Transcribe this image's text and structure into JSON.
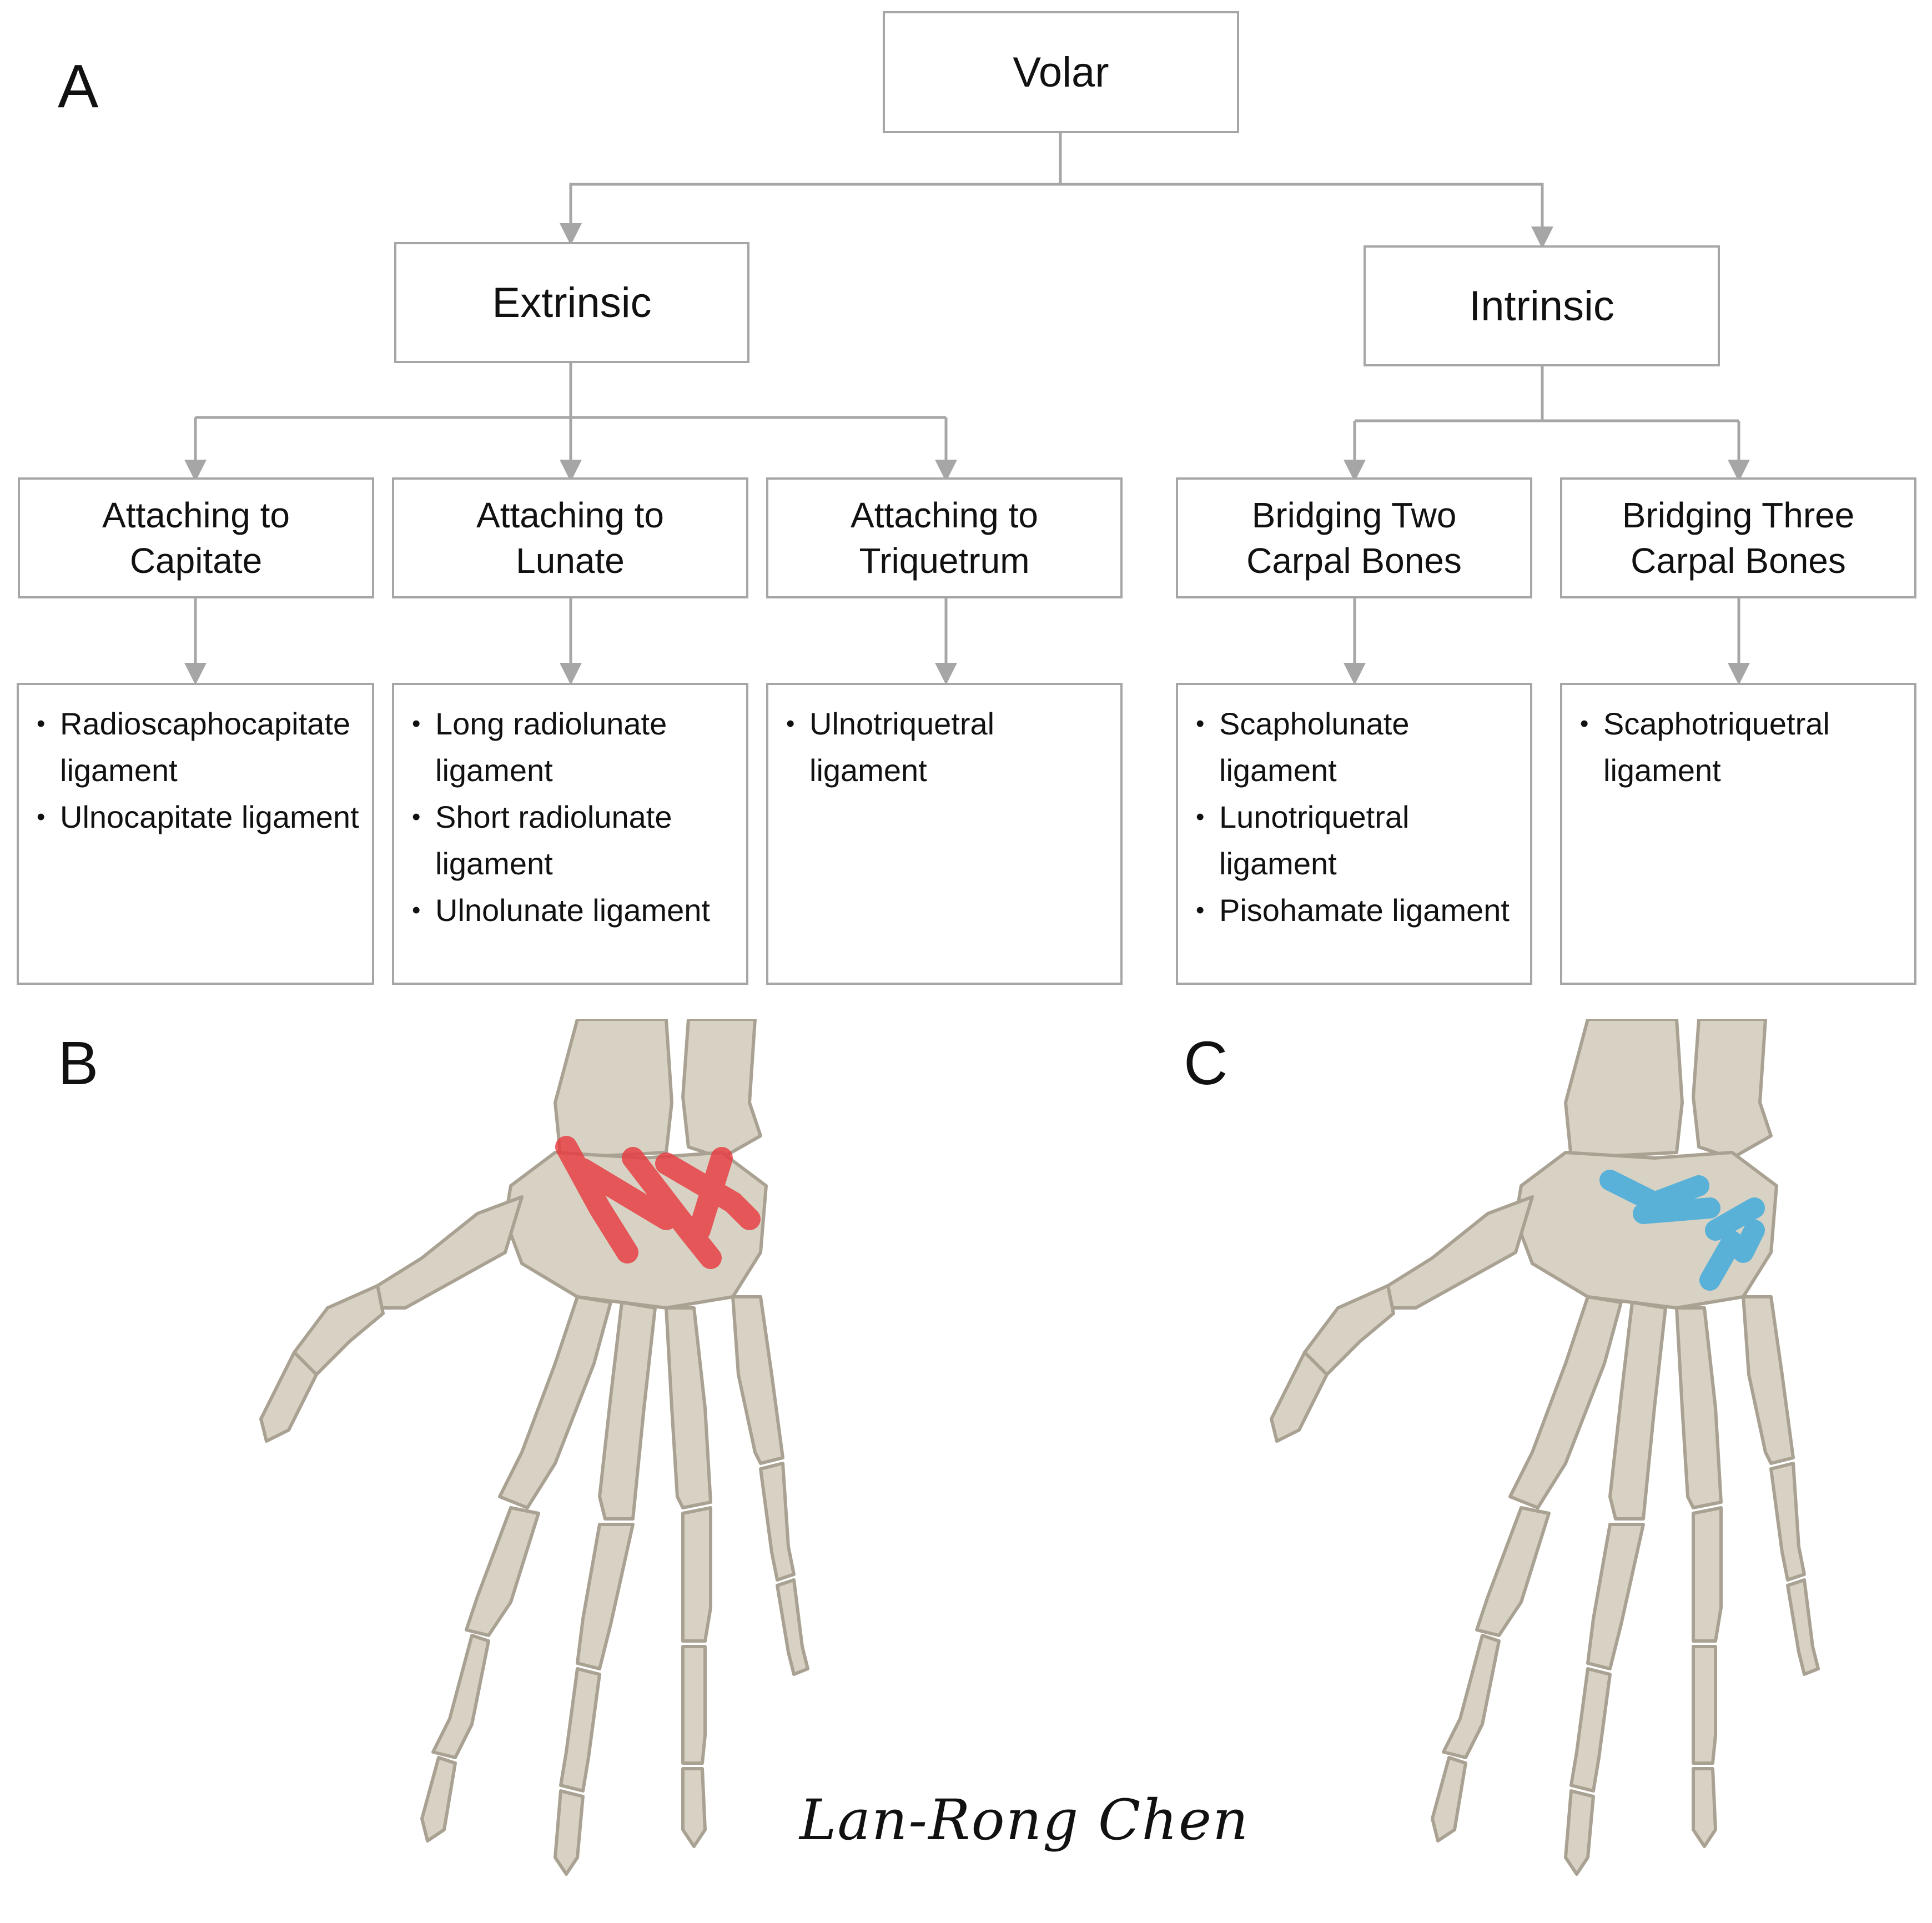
{
  "panels": {
    "a": "A",
    "b": "B",
    "c": "C"
  },
  "root": {
    "label": "Volar"
  },
  "branches": {
    "extrinsic": {
      "label": "Extrinsic",
      "groups": [
        {
          "title_line1": "Attaching to",
          "title_line2": "Capitate",
          "items": [
            "Radioscaphocapitate ligament",
            "Ulnocapitate ligament"
          ]
        },
        {
          "title_line1": "Attaching to",
          "title_line2": "Lunate",
          "items": [
            "Long radiolunate ligament",
            "Short radiolunate ligament",
            "Ulnolunate ligament"
          ]
        },
        {
          "title_line1": "Attaching to",
          "title_line2": "Triquetrum",
          "items": [
            "Ulnotriquetral ligament"
          ]
        }
      ]
    },
    "intrinsic": {
      "label": "Intrinsic",
      "groups": [
        {
          "title_line1": "Bridging Two",
          "title_line2": "Carpal Bones",
          "items": [
            "Scapholunate ligament",
            "Lunotriquetral ligament",
            "Pisohamate ligament"
          ]
        },
        {
          "title_line1": "Bridging Three",
          "title_line2": "Carpal Bones",
          "items": [
            "Scaphotriquetral ligament"
          ]
        }
      ]
    }
  },
  "signature": "Lan-Rong Chen",
  "colors": {
    "box_border": "#a6a6a6",
    "connector": "#a6a6a6",
    "bone": "#d8d2c4",
    "bone_shadow": "#a9a293",
    "extrinsic_highlight": "#e8383d",
    "intrinsic_highlight": "#3aa9de"
  }
}
